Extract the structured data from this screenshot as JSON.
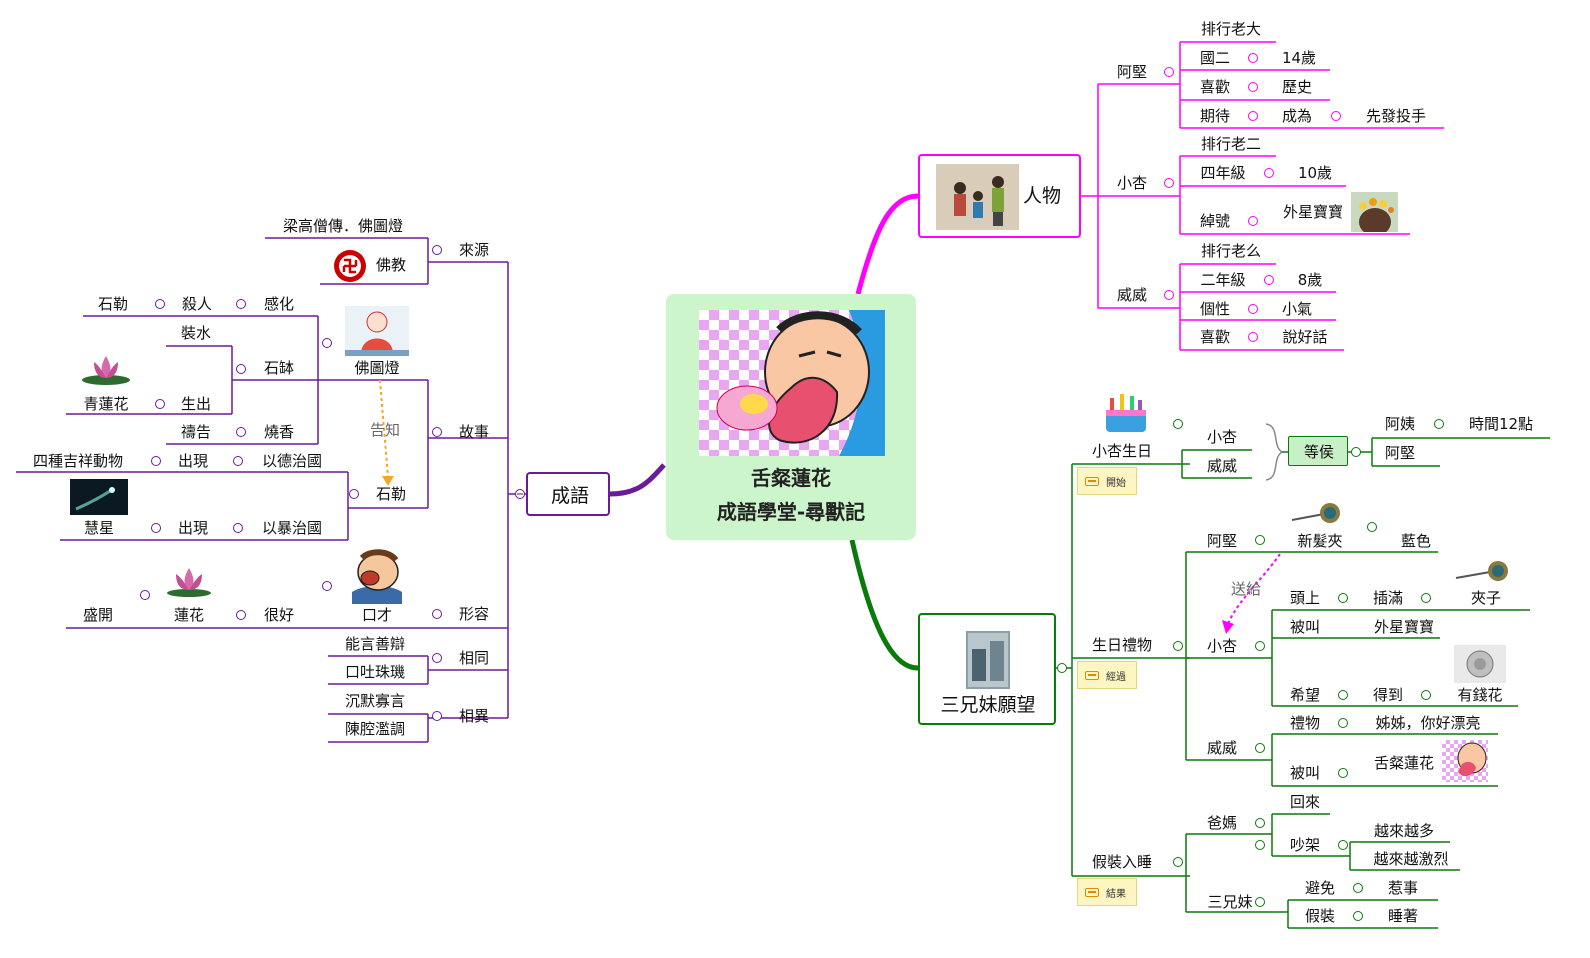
{
  "center": {
    "line1": "舌粲蓮花",
    "line2": "成語學堂-尋獸記"
  },
  "colors": {
    "purple": "#6a1b9a",
    "magenta": "#ff00ff",
    "green": "#0a7a0a",
    "orange": "#f5a623",
    "collapse": "#333333"
  },
  "left": {
    "root": "成語",
    "source": {
      "label": "來源",
      "book": "梁高僧傳．佛圖燈",
      "religion": "佛教"
    },
    "story": {
      "label": "故事",
      "monk": "佛圖燈",
      "edge_label": "告知",
      "row1": {
        "a": "石勒",
        "b": "殺人",
        "c": "感化"
      },
      "bowl": {
        "label": "石缽",
        "fill": "裝水",
        "grow": "生出",
        "flower": "青蓮花",
        "pray": "禱告",
        "incense": "燒香"
      },
      "shile": {
        "label": "石勒",
        "animals": "四種吉祥動物",
        "appear1": "出現",
        "virtue": "以德治國",
        "comet": "慧星",
        "appear2": "出現",
        "tyranny": "以暴治國"
      }
    },
    "describe": {
      "label": "形容",
      "eloquence": "口才",
      "good": "很好",
      "lotus": "蓮花",
      "bloom": "盛開"
    },
    "same": {
      "label": "相同",
      "s1": "能言善辯",
      "s2": "口吐珠璣"
    },
    "diff": {
      "label": "相異",
      "d1": "沉默寡言",
      "d2": "陳腔濫調"
    }
  },
  "right_top": {
    "root": "人物",
    "a": {
      "name": "阿堅",
      "rank": "排行老大",
      "grade": "國二",
      "age": "14歲",
      "like": "喜歡",
      "like_v": "歷史",
      "hope": "期待",
      "hope_v": "成為",
      "hope_v2": "先發投手"
    },
    "b": {
      "name": "小杏",
      "rank": "排行老二",
      "grade": "四年級",
      "age": "10歲",
      "nick": "綽號",
      "nick_v": "外星寶寶"
    },
    "c": {
      "name": "威威",
      "rank": "排行老么",
      "grade": "二年級",
      "age": "8歲",
      "trait": "個性",
      "trait_v": "小氣",
      "like": "喜歡",
      "like_v": "說好話"
    }
  },
  "right_bottom": {
    "root": "三兄妹願望",
    "birthday": {
      "label": "小杏生日",
      "note": "開始",
      "p1": "小杏",
      "p2": "威威",
      "wait": "等侯",
      "aunt": "阿姨",
      "time": "時間12點",
      "ajian": "阿堅"
    },
    "gift": {
      "label": "生日禮物",
      "note": "經過",
      "ajian": "阿堅",
      "clip": "新髮夾",
      "blue": "藍色",
      "edge_label": "送給",
      "xing": "小杏",
      "head": "頭上",
      "full": "插滿",
      "clips": "夾子",
      "called": "被叫",
      "alien": "外星寶寶",
      "hope": "希望",
      "get": "得到",
      "money_flower": "有錢花",
      "wei": "威威",
      "gift2": "禮物",
      "sister": "姊姊，你好漂亮",
      "called2": "被叫",
      "tongue": "舌粲蓮花"
    },
    "sleep": {
      "label": "假裝入睡",
      "note": "結果",
      "parents": "爸媽",
      "back": "回來",
      "quarrel": "吵架",
      "more": "越來越多",
      "intense": "越來越激烈",
      "siblings": "三兄妹",
      "avoid": "避免",
      "trouble": "惹事",
      "pretend": "假裝",
      "asleep": "睡著"
    }
  }
}
